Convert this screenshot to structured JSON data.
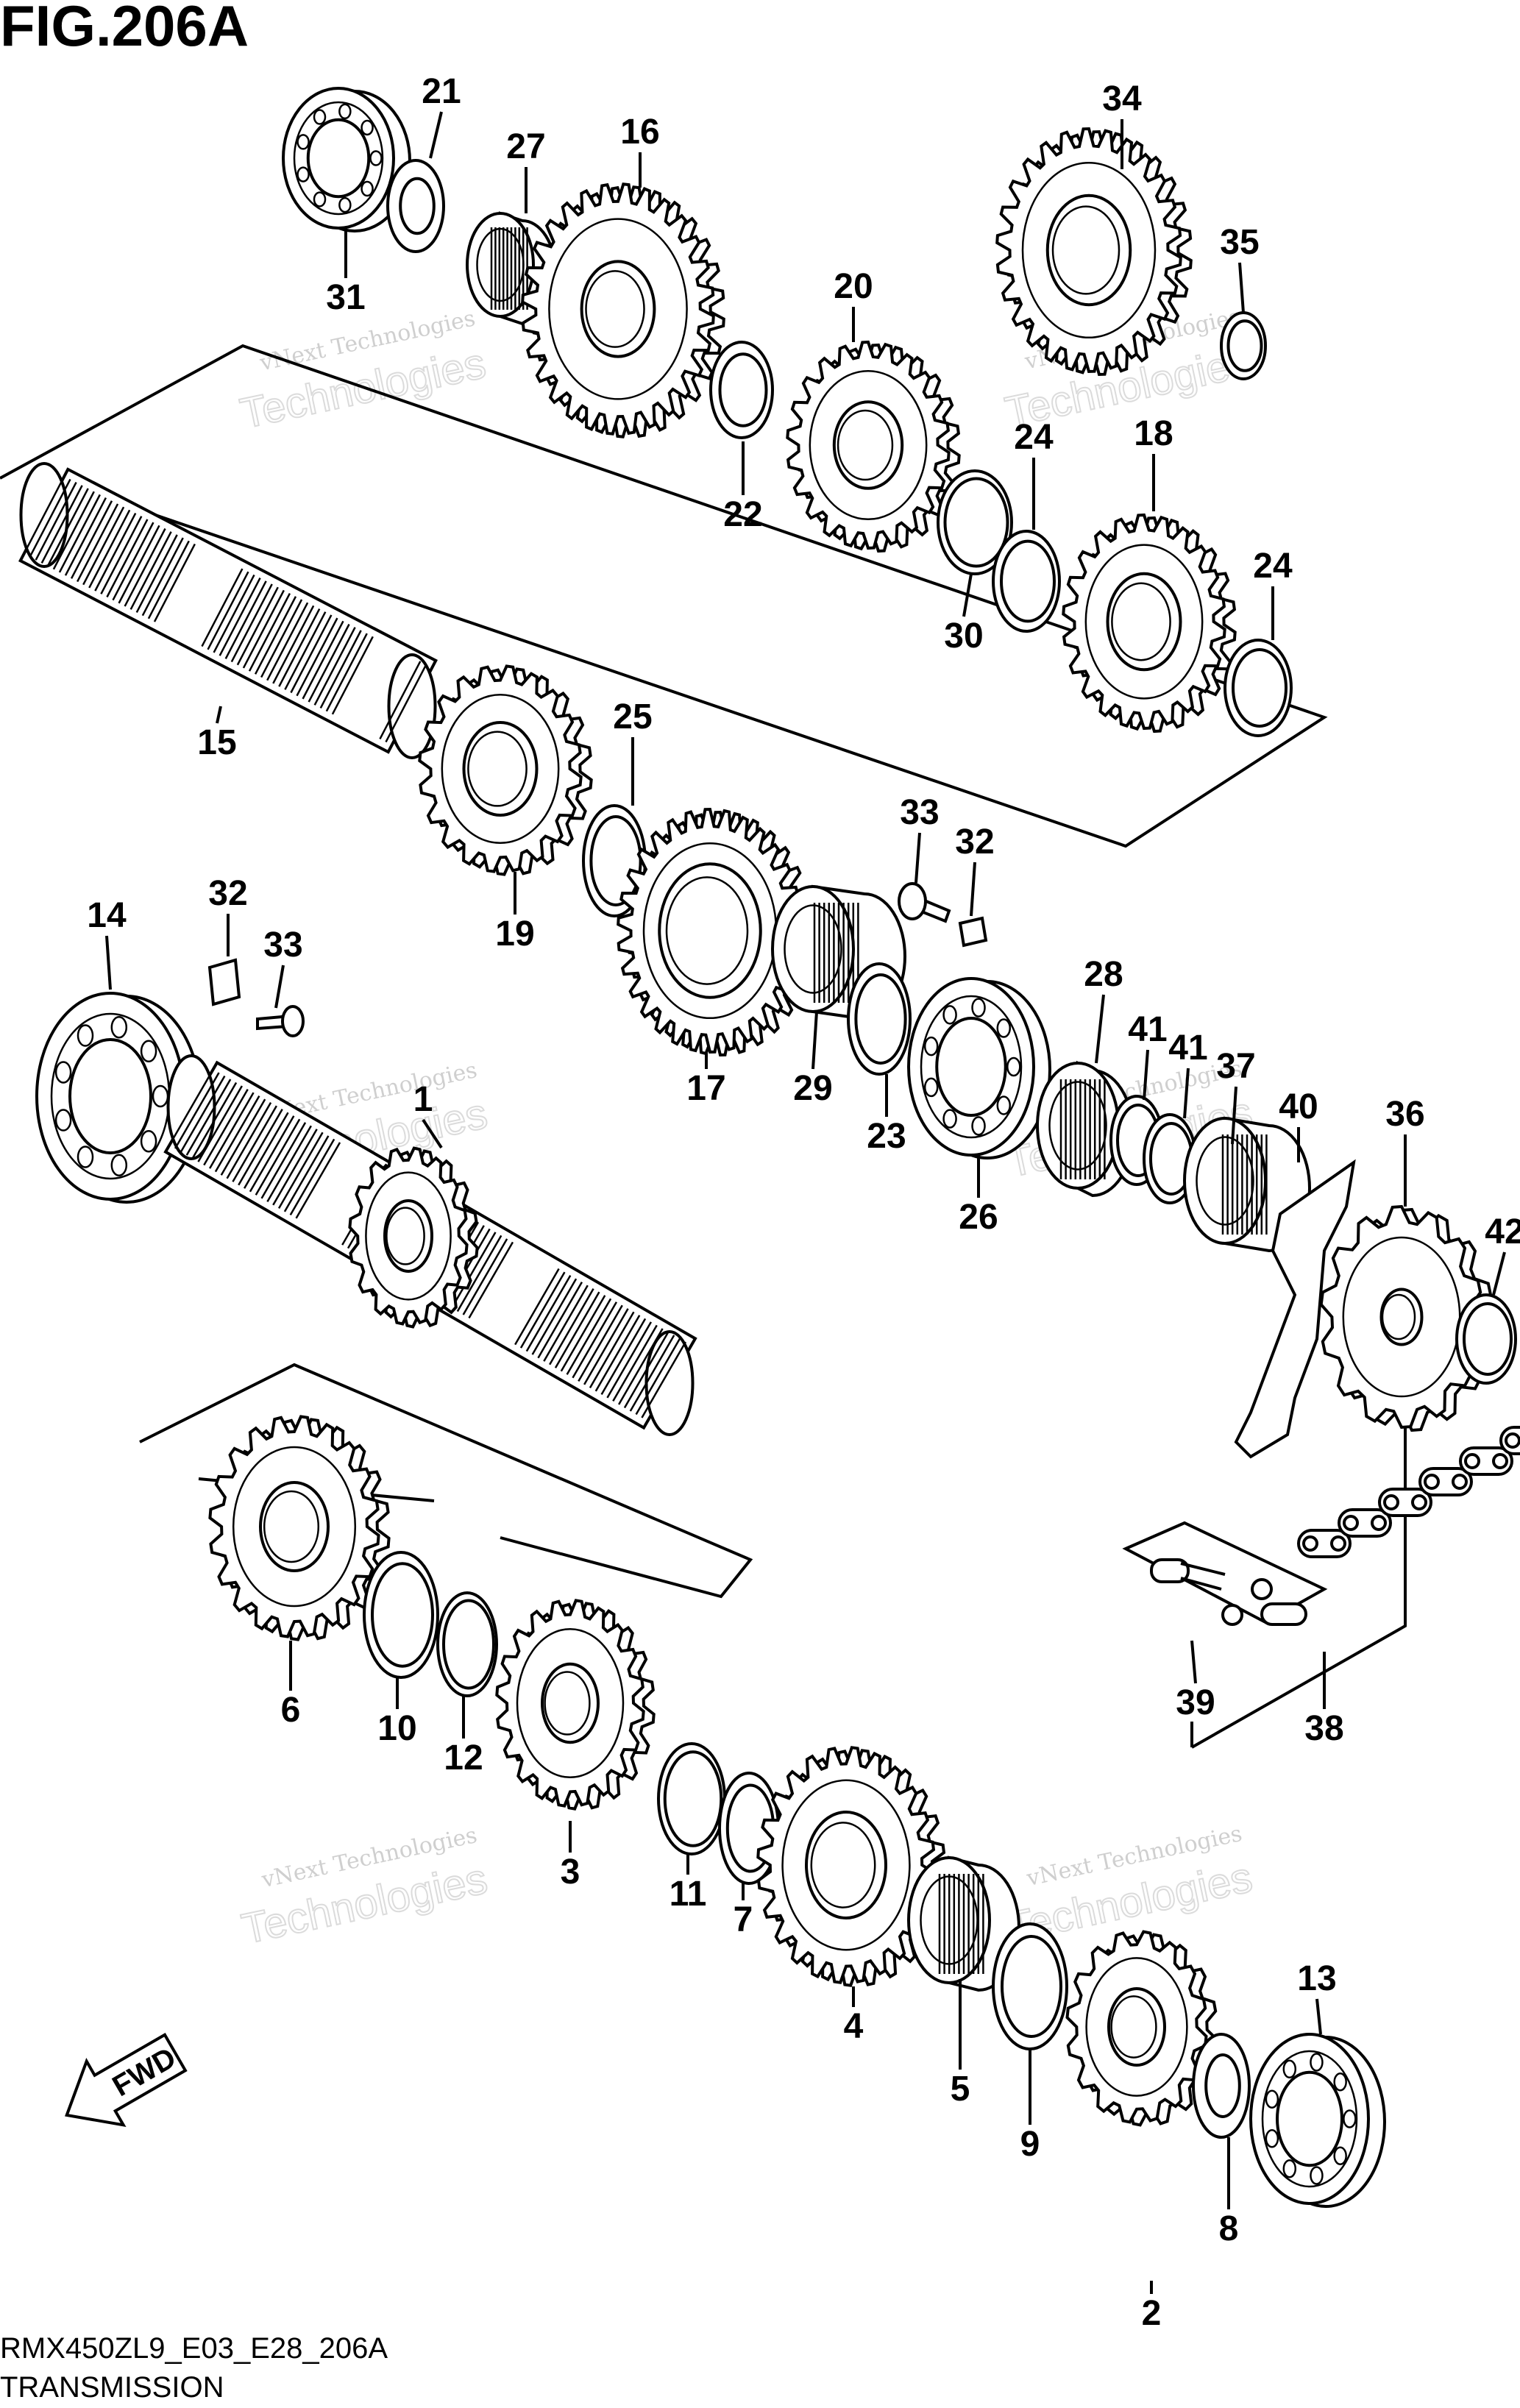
{
  "figure": {
    "title": "FIG.206A",
    "code": "RMX450ZL9_E03_E28_206A",
    "name": "TRANSMISSION"
  },
  "watermark": {
    "line1": "vNext Technologies",
    "line2": "Technologies",
    "line3": "vNext"
  },
  "fwd_label": "FWD",
  "parts": [
    "1",
    "2",
    "3",
    "4",
    "5",
    "6",
    "7",
    "8",
    "9",
    "10",
    "11",
    "12",
    "13",
    "14",
    "15",
    "16",
    "17",
    "18",
    "19",
    "20",
    "21",
    "22",
    "23",
    "24",
    "24",
    "25",
    "26",
    "27",
    "28",
    "29",
    "30",
    "31",
    "32",
    "32",
    "33",
    "33",
    "34",
    "35",
    "36",
    "37",
    "38",
    "39",
    "40",
    "41",
    "41",
    "42"
  ]
}
